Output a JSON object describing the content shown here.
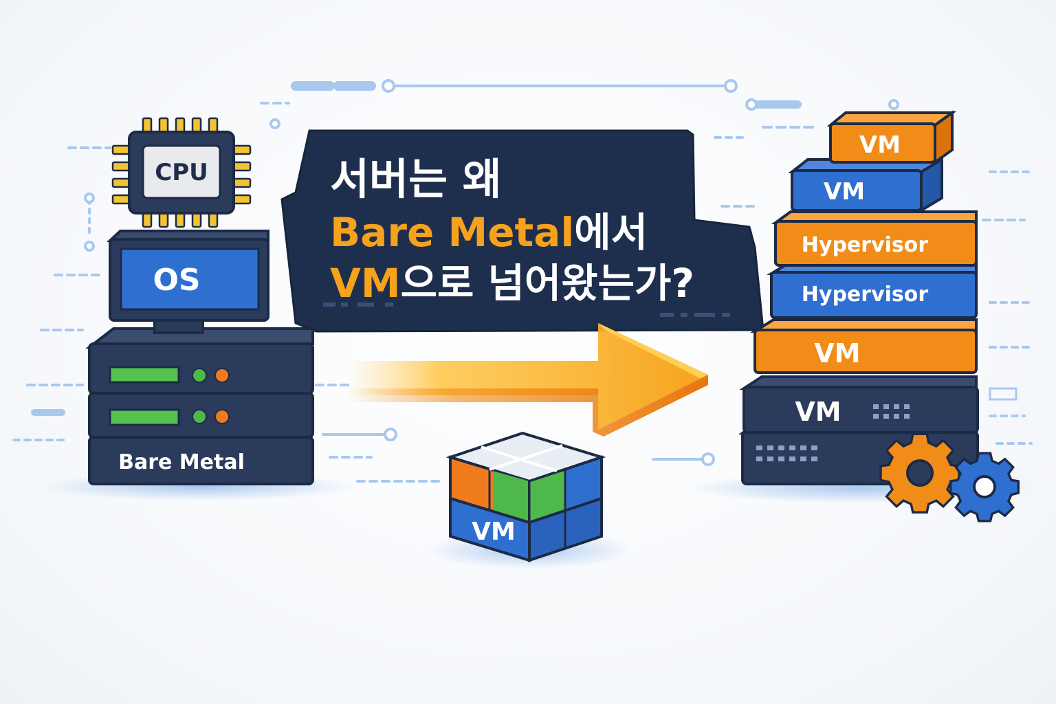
{
  "title": {
    "line1": "서버는 왜",
    "line2_highlight": "Bare Metal",
    "line2_rest": "에서",
    "line3_highlight": "VM",
    "line3_rest": "으로 넘어왔는가?"
  },
  "left_stack": {
    "cpu_label": "CPU",
    "os_label": "OS",
    "base_label": "Bare Metal"
  },
  "center_cube": {
    "label": "VM"
  },
  "right_stack": {
    "layers": [
      {
        "label": "VM",
        "color": "orange"
      },
      {
        "label": "VM",
        "color": "blue"
      },
      {
        "label": "Hypervisor",
        "color": "orange"
      },
      {
        "label": "Hypervisor",
        "color": "blue"
      },
      {
        "label": "VM",
        "color": "orange"
      },
      {
        "label": "VM",
        "color": "navy"
      }
    ]
  },
  "colors": {
    "navy": "#2b3b5c",
    "navy_dark": "#1f2d48",
    "blue": "#2f6fd0",
    "orange": "#f28c18",
    "yellow_orange": "#f7b52a",
    "green": "#4db34d",
    "outline": "#1c2a44",
    "accent_light_blue": "#a9c8ee"
  },
  "icons": [
    "cpu-chip-icon",
    "monitor-icon",
    "server-rack-icon",
    "arrow-right-icon",
    "cube-icon",
    "gear-icon"
  ]
}
